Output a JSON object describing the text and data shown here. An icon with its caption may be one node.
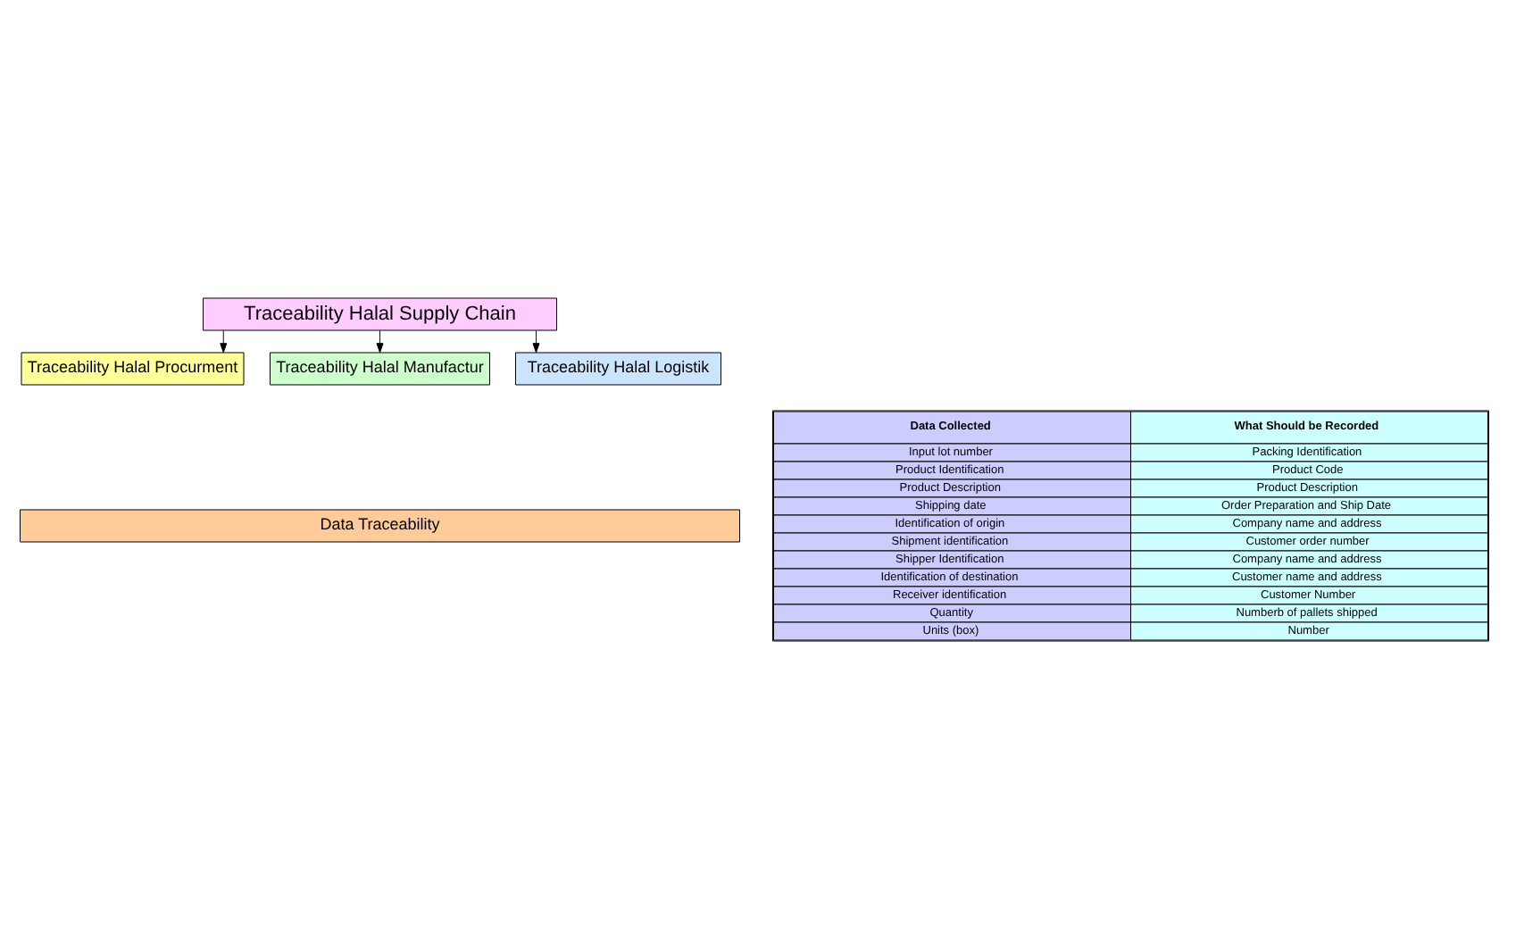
{
  "diagram": {
    "nodes": [
      {
        "text": [
          "Traceability Halal Supply Chain"
        ]
      },
      {
        "text": [
          "Traceability Halal Procurment"
        ]
      },
      {
        "text": [
          "Traceability Halal Manufactur"
        ]
      },
      {
        "text": [
          "Traceability Halal Logistik"
        ]
      },
      {
        "text": [
          "Data Traceability"
        ]
      }
    ],
    "edges": [
      {
        "from": 0,
        "to": 1,
        "arrow": "to"
      },
      {
        "from": 0,
        "to": 2,
        "arrow": "to"
      },
      {
        "from": 0,
        "to": 3,
        "arrow": "to"
      }
    ],
    "labels": [
      "Data Collected",
      "What Should be Recorded",
      "Input lot number",
      "Packing Identification",
      "Product Identification",
      "Product Code",
      "Product Description",
      "Product Description",
      "Shipping date",
      "Order Preparation and Ship Date",
      "Identification of origin",
      "Company name and address",
      "Shipment identification",
      "Customer order number",
      "Shipper Identification",
      "Company name and address",
      "Identification of destination",
      "Customer name and address",
      "Receiver identification",
      "Customer Number",
      "Quantity",
      "Numberb of pallets shipped",
      "Units (box)",
      "Number"
    ]
  }
}
